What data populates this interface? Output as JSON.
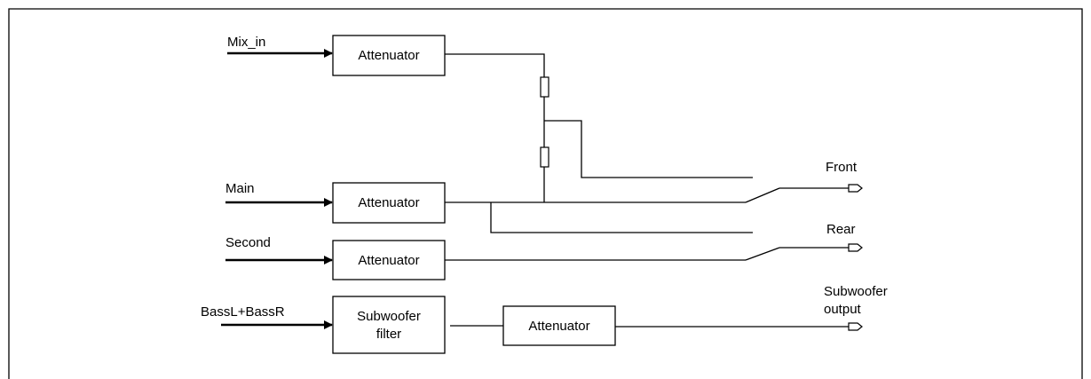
{
  "inputs": {
    "mix_in": "Mix_in",
    "main": "Main",
    "second": "Second",
    "bass": "BassL+BassR"
  },
  "blocks": {
    "att_mix": "Attenuator",
    "att_main": "Attenuator",
    "att_second": "Attenuator",
    "sub_filter_line1": "Subwoofer",
    "sub_filter_line2": "filter",
    "att_sub": "Attenuator"
  },
  "outputs": {
    "front": "Front",
    "rear": "Rear",
    "sub_line1": "Subwoofer",
    "sub_line2": "output"
  }
}
